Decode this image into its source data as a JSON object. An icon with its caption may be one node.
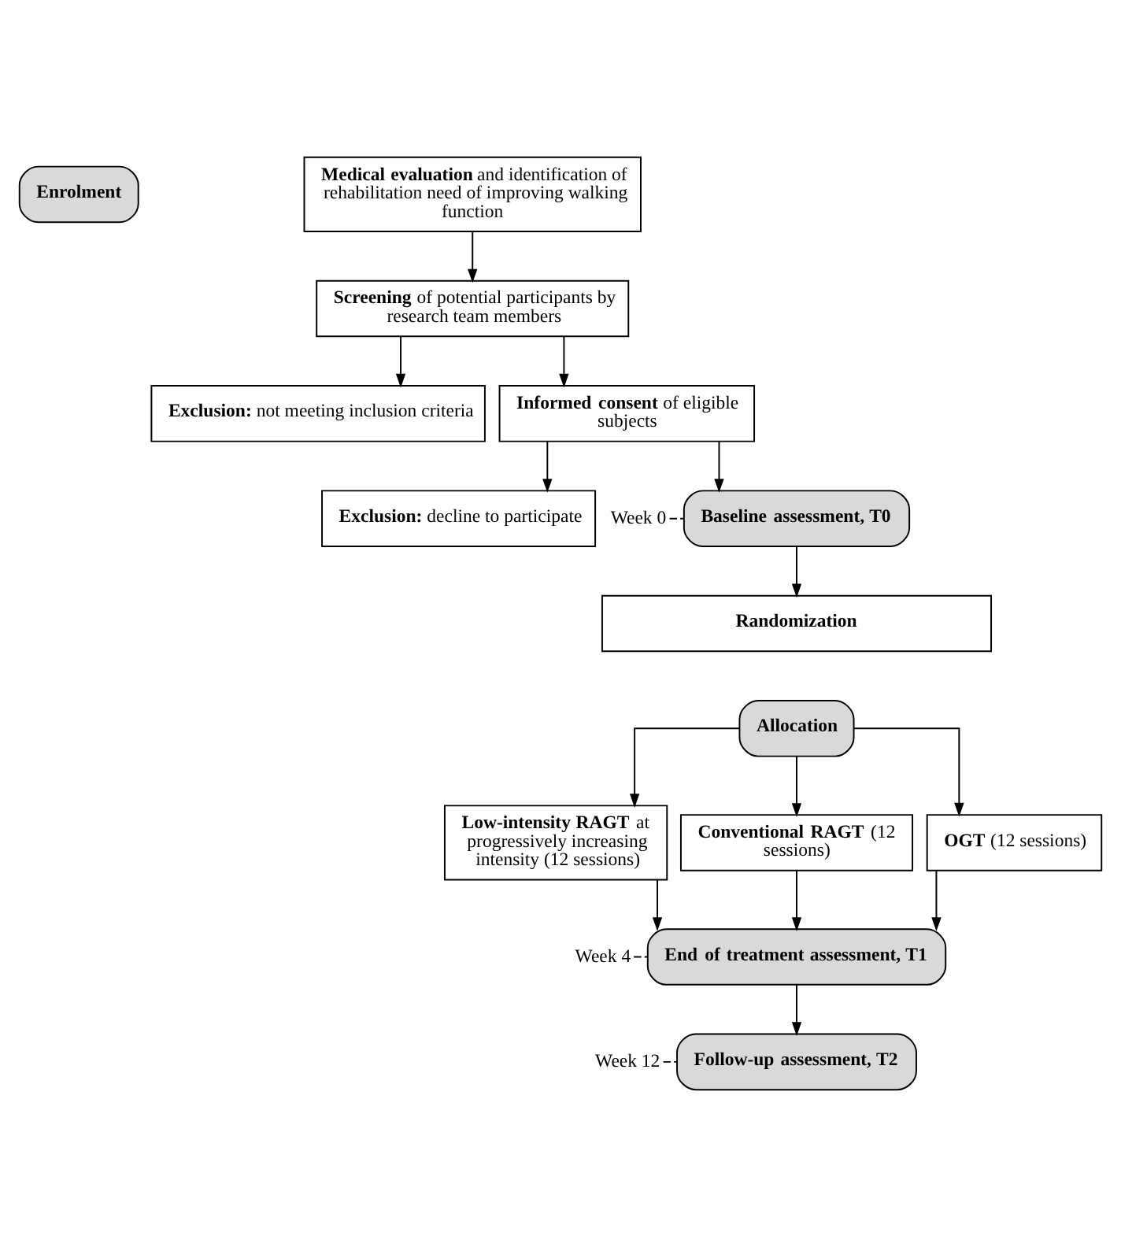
{
  "diagram": {
    "nodes": [
      {
        "text": [
          "Enrolment"
        ]
      },
      {
        "text": [
          "**Medical evaluation** and identification of rehabilitation need of improving walking function"
        ]
      },
      {
        "text": [
          "**Screening** of potential participants by research team members"
        ]
      },
      {
        "text": [
          "**Exclusion:** not meeting inclusion criteria"
        ]
      },
      {
        "text": [
          "**Informed consent** of eligible subjects"
        ]
      },
      {
        "text": [
          "**Exclusion:** decline to participate"
        ]
      },
      {
        "text": [
          "Baseline assessment, T0"
        ],
        "beside": [
          "Week 0"
        ]
      },
      {
        "text": [
          "Randomization"
        ]
      },
      {
        "text": [
          "Allocation"
        ]
      },
      {
        "text": [
          "**Low-intensity RAGT** at progressively increasing intensity (12 sessions)"
        ]
      },
      {
        "text": [
          "**Conventional RAGT** (12 sessions)"
        ]
      },
      {
        "text": [
          "**OGT** (12 sessions)"
        ]
      },
      {
        "text": [
          "End of treatment assessment, T1"
        ],
        "beside": [
          "Week 4"
        ]
      },
      {
        "text": [
          "Follow-up assessment, T2"
        ],
        "beside": [
          "Week 12"
        ]
      }
    ],
    "edges": [
      {
        "from": 1,
        "to": 2,
        "arrow": "to"
      },
      {
        "from": 2,
        "to": 4,
        "arrow": "to"
      },
      {
        "from": 2,
        "to": 3,
        "arrow": "to"
      },
      {
        "from": 4,
        "to": 6,
        "arrow": "to"
      },
      {
        "from": 4,
        "to": 5,
        "arrow": "to"
      },
      {
        "from": 6,
        "to": 7,
        "arrow": "to"
      },
      {
        "from": 8,
        "to": 9,
        "arrow": "to"
      },
      {
        "from": 8,
        "to": 10,
        "arrow": "to"
      },
      {
        "from": 8,
        "to": 11,
        "arrow": "to"
      },
      {
        "from": 9,
        "to": 12,
        "arrow": "to"
      },
      {
        "from": 10,
        "to": 12,
        "arrow": "to"
      },
      {
        "from": 11,
        "to": 12,
        "arrow": "to"
      },
      {
        "from": 12,
        "to": 13,
        "arrow": "to"
      }
    ]
  }
}
